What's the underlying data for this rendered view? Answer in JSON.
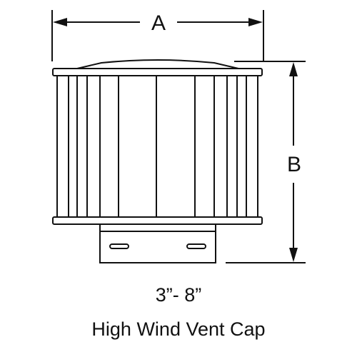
{
  "diagram": {
    "dimension_a_label": "A",
    "dimension_b_label": "B",
    "size_range": "3”- 8”",
    "product_name": "High Wind Vent Cap"
  },
  "colors": {
    "line": "#111111",
    "background": "#ffffff"
  }
}
